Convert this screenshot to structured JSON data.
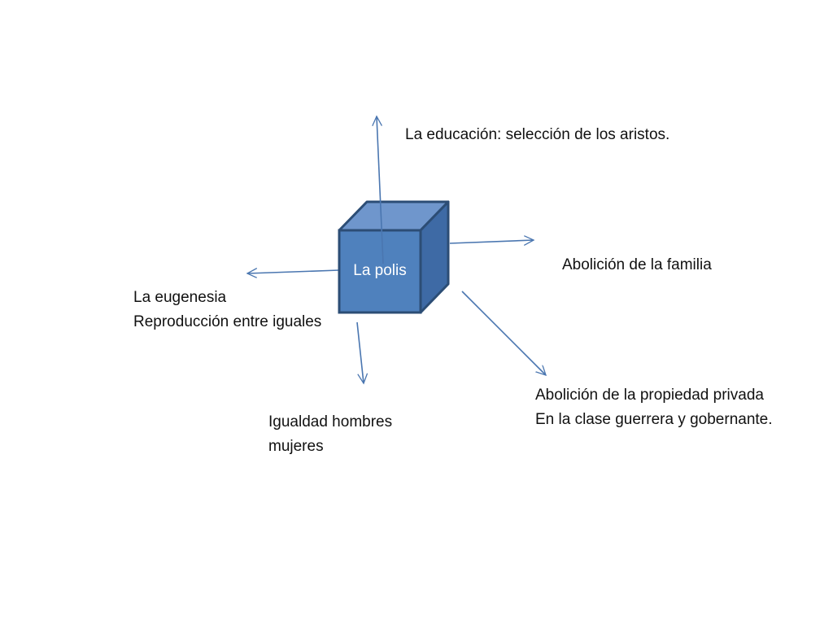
{
  "center": {
    "label": "La polis"
  },
  "branches": {
    "education": {
      "line1": "La educación: selección de los aristos."
    },
    "family": {
      "line1": "Abolición de la familia"
    },
    "eugenics": {
      "line1": "La eugenesia",
      "line2": "Reproducción entre iguales"
    },
    "equality": {
      "line1": "Igualdad hombres",
      "line2": "mujeres"
    },
    "property": {
      "line1": "Abolición de la propiedad privada",
      "line2": "En la clase guerrera y gobernante."
    }
  },
  "colors": {
    "cube_front": "#4f81bd",
    "cube_top": "#6f96cc",
    "cube_side": "#3e6aa5",
    "cube_stroke": "#2c4d75",
    "arrow": "#4a76b0"
  }
}
